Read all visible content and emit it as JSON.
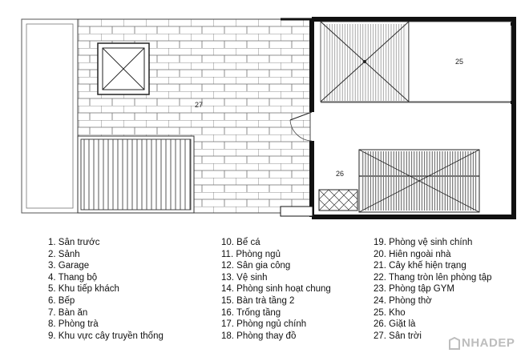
{
  "plan": {
    "room_labels": {
      "terrace": "27",
      "laundry": "26",
      "storage": "25"
    }
  },
  "legend": {
    "col1": [
      "1. Sân trước",
      "2. Sảnh",
      "3. Garage",
      "4. Thang bộ",
      "5. Khu tiếp khách",
      "6. Bếp",
      "7. Bàn ăn",
      "8. Phòng trà",
      "9. Khu vực cây truyền thống"
    ],
    "col2": [
      "10. Bể cá",
      "11. Phòng ngủ",
      "12. Sân gia công",
      "13. Vệ sinh",
      "14. Phòng sinh hoạt chung",
      "15. Bàn trà tầng 2",
      "16. Trống tầng",
      "17. Phòng ngủ chính",
      "18. Phòng thay đồ"
    ],
    "col3": [
      "19. Phòng vệ sinh chính",
      "20. Hiên ngoài nhà",
      "21. Cây khế hiện trạng",
      "22. Thang tròn lên phòng tập",
      "23. Phòng tập GYM",
      "24. Phòng thờ",
      "25. Kho",
      "26. Giặt là",
      "27. Sân trời"
    ]
  },
  "watermark": {
    "text": "NHADEP"
  }
}
